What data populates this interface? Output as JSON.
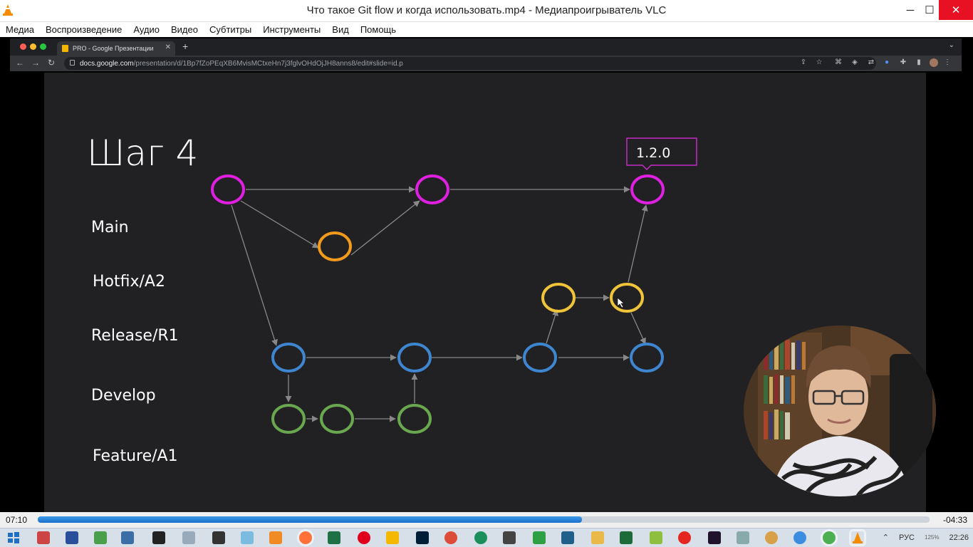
{
  "window": {
    "title": "Что такое Git flow и когда использовать.mp4 - Медиапроигрыватель VLC",
    "min": "─",
    "max": "☐",
    "close": "✕"
  },
  "menu": [
    "Медиа",
    "Воспроизведение",
    "Аудио",
    "Видео",
    "Субтитры",
    "Инструменты",
    "Вид",
    "Помощь"
  ],
  "browser": {
    "tab_title": "PRO - Google Презентации",
    "tab_close": "✕",
    "new_tab": "+",
    "url_host": "docs.google.com",
    "url_path": "/presentation/d/1Bp7fZoPEqXB6MvisMCtxeHn7j3fglvOHdOjJH8anns8/edit#slide=id.p"
  },
  "slide": {
    "title": "Шаг 4",
    "tag": "1.2.0",
    "branches": {
      "main": "Main",
      "hotfix": "Hotfix/A2",
      "release": "Release/R1",
      "develop": "Develop",
      "feature": "Feature/A1"
    },
    "colors": {
      "main": "#e020e0",
      "hotfix": "#f29a1c",
      "release": "#f0c43a",
      "develop": "#3f86d0",
      "feature": "#6aa84f",
      "arrow": "#888888",
      "background": "#212124"
    }
  },
  "player": {
    "elapsed": "07:10",
    "remaining": "-04:33",
    "progress_fraction": 0.61
  },
  "taskbar": {
    "lang": "РУС",
    "volume": "125%",
    "clock": "22:26"
  }
}
